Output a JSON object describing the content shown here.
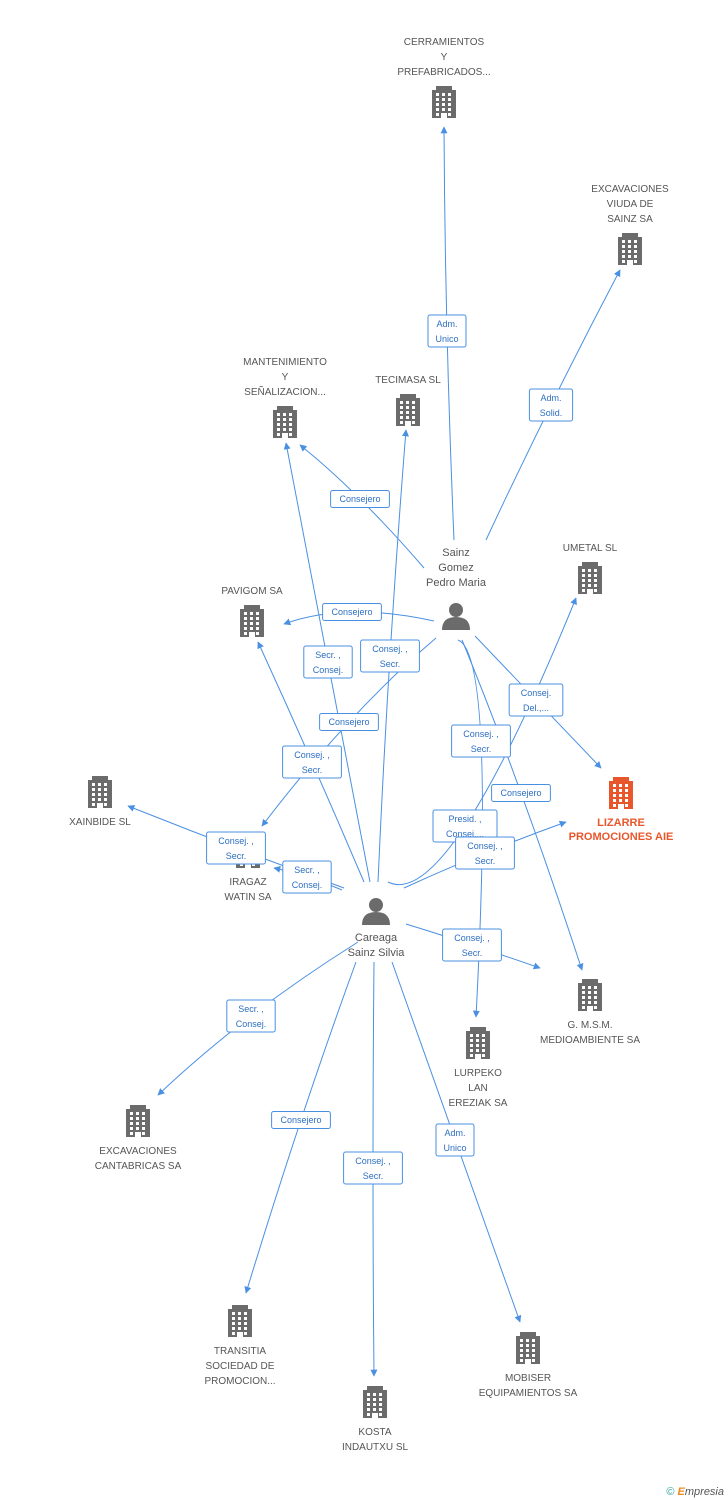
{
  "colors": {
    "edge": "#4a90e2",
    "building": "#6b6b6b",
    "building_main": "#e8572c",
    "person": "#6b6b6b"
  },
  "companies": [
    {
      "id": "cerramientos",
      "lines": [
        "CERRAMIENTOS",
        "Y",
        "PREFABRICADOS..."
      ],
      "main": false,
      "icon": "building-icon"
    },
    {
      "id": "excavaciones-viuda",
      "lines": [
        "EXCAVACIONES",
        "VIUDA DE",
        "SAINZ SA"
      ],
      "main": false,
      "icon": "building-icon"
    },
    {
      "id": "mantenimiento",
      "lines": [
        "MANTENIMIENTO",
        "Y",
        "SEÑALIZACION..."
      ],
      "main": false,
      "icon": "building-icon"
    },
    {
      "id": "tecimasa",
      "lines": [
        "TECIMASA SL"
      ],
      "main": false,
      "icon": "building-icon"
    },
    {
      "id": "umetal",
      "lines": [
        "UMETAL  SL"
      ],
      "main": false,
      "icon": "building-icon"
    },
    {
      "id": "pavigom",
      "lines": [
        "PAVIGOM SA"
      ],
      "main": false,
      "icon": "building-icon"
    },
    {
      "id": "xainbide",
      "lines": [
        "XAINBIDE SL"
      ],
      "main": false,
      "icon": "building-icon"
    },
    {
      "id": "lizarre",
      "lines": [
        "LIZARRE",
        "PROMOCIONES AIE"
      ],
      "main": true,
      "icon": "building-icon"
    },
    {
      "id": "iragaz",
      "lines": [
        "IRAGAZ",
        "WATIN SA"
      ],
      "main": false,
      "icon": "building-icon"
    },
    {
      "id": "gmsm",
      "lines": [
        "G. M.S.M.",
        "MEDIOAMBIENTE SA"
      ],
      "main": false,
      "icon": "building-icon"
    },
    {
      "id": "lurpeko",
      "lines": [
        "LURPEKO",
        "LAN",
        "EREZIAK SA"
      ],
      "main": false,
      "icon": "building-icon"
    },
    {
      "id": "excavaciones-cantabricas",
      "lines": [
        "EXCAVACIONES",
        "CANTABRICAS SA"
      ],
      "main": false,
      "icon": "building-icon"
    },
    {
      "id": "transitia",
      "lines": [
        "TRANSITIA",
        "SOCIEDAD DE",
        "PROMOCION..."
      ],
      "main": false,
      "icon": "building-icon"
    },
    {
      "id": "kosta",
      "lines": [
        "KOSTA",
        "INDAUTXU SL"
      ],
      "main": false,
      "icon": "building-icon"
    },
    {
      "id": "mobiser",
      "lines": [
        "MOBISER",
        "EQUIPAMIENTOS SA"
      ],
      "main": false,
      "icon": "building-icon"
    }
  ],
  "persons": [
    {
      "id": "sainz",
      "lines": [
        "Sainz",
        "Gomez",
        "Pedro Maria"
      ],
      "icon": "person-icon"
    },
    {
      "id": "careaga",
      "lines": [
        "Careaga",
        "Sainz Silvia"
      ],
      "icon": "person-icon"
    }
  ],
  "relations": [
    {
      "from": "sainz",
      "to": "cerramientos",
      "lines": [
        "Adm.",
        "Unico"
      ]
    },
    {
      "from": "sainz",
      "to": "excavaciones-viuda",
      "lines": [
        "Adm.",
        "Solid."
      ]
    },
    {
      "from": "sainz",
      "to": "mantenimiento",
      "lines": [
        "Consejero"
      ]
    },
    {
      "from": "sainz",
      "to": "pavigom",
      "lines": [
        "Consejero"
      ]
    },
    {
      "from": "sainz",
      "to": "lizarre",
      "lines": [
        "Consej.",
        "Del.,..."
      ]
    },
    {
      "from": "sainz",
      "to": "xainbide",
      "lines": [
        "Consejero"
      ]
    },
    {
      "from": "sainz",
      "to": "lurpeko",
      "lines": [
        "Consej. ,",
        "Secr."
      ]
    },
    {
      "from": "sainz",
      "to": "gmsm",
      "lines": [
        "Consejero"
      ]
    },
    {
      "from": "careaga",
      "to": "mantenimiento",
      "lines": [
        "Secr. ,",
        "Consej."
      ]
    },
    {
      "from": "careaga",
      "to": "tecimasa",
      "lines": [
        "Consej. ,",
        "Secr."
      ]
    },
    {
      "from": "careaga",
      "to": "pavigom",
      "lines": [
        "Consej. ,",
        "Secr."
      ]
    },
    {
      "from": "careaga",
      "to": "umetal",
      "lines": [
        "Presid. ,",
        "Consej...."
      ]
    },
    {
      "from": "careaga",
      "to": "xainbide",
      "lines": [
        "Consej. ,",
        "Secr."
      ]
    },
    {
      "from": "careaga",
      "to": "iragaz",
      "lines": [
        "Secr. ,",
        "Consej."
      ]
    },
    {
      "from": "careaga",
      "to": "lizarre",
      "lines": [
        "Consej. ,",
        "Secr."
      ]
    },
    {
      "from": "careaga",
      "to": "gmsm",
      "lines": [
        "Consej. ,",
        "Secr."
      ]
    },
    {
      "from": "careaga",
      "to": "excavaciones-cantabricas",
      "lines": [
        "Secr. ,",
        "Consej."
      ]
    },
    {
      "from": "careaga",
      "to": "transitia",
      "lines": [
        "Consejero"
      ]
    },
    {
      "from": "careaga",
      "to": "kosta",
      "lines": [
        "Consej. ,",
        "Secr."
      ]
    },
    {
      "from": "careaga",
      "to": "mobiser",
      "lines": [
        "Adm.",
        "Unico"
      ]
    }
  ],
  "footer": {
    "copyright": "©",
    "brand_initial": "E",
    "brand_rest": "mpresia"
  }
}
